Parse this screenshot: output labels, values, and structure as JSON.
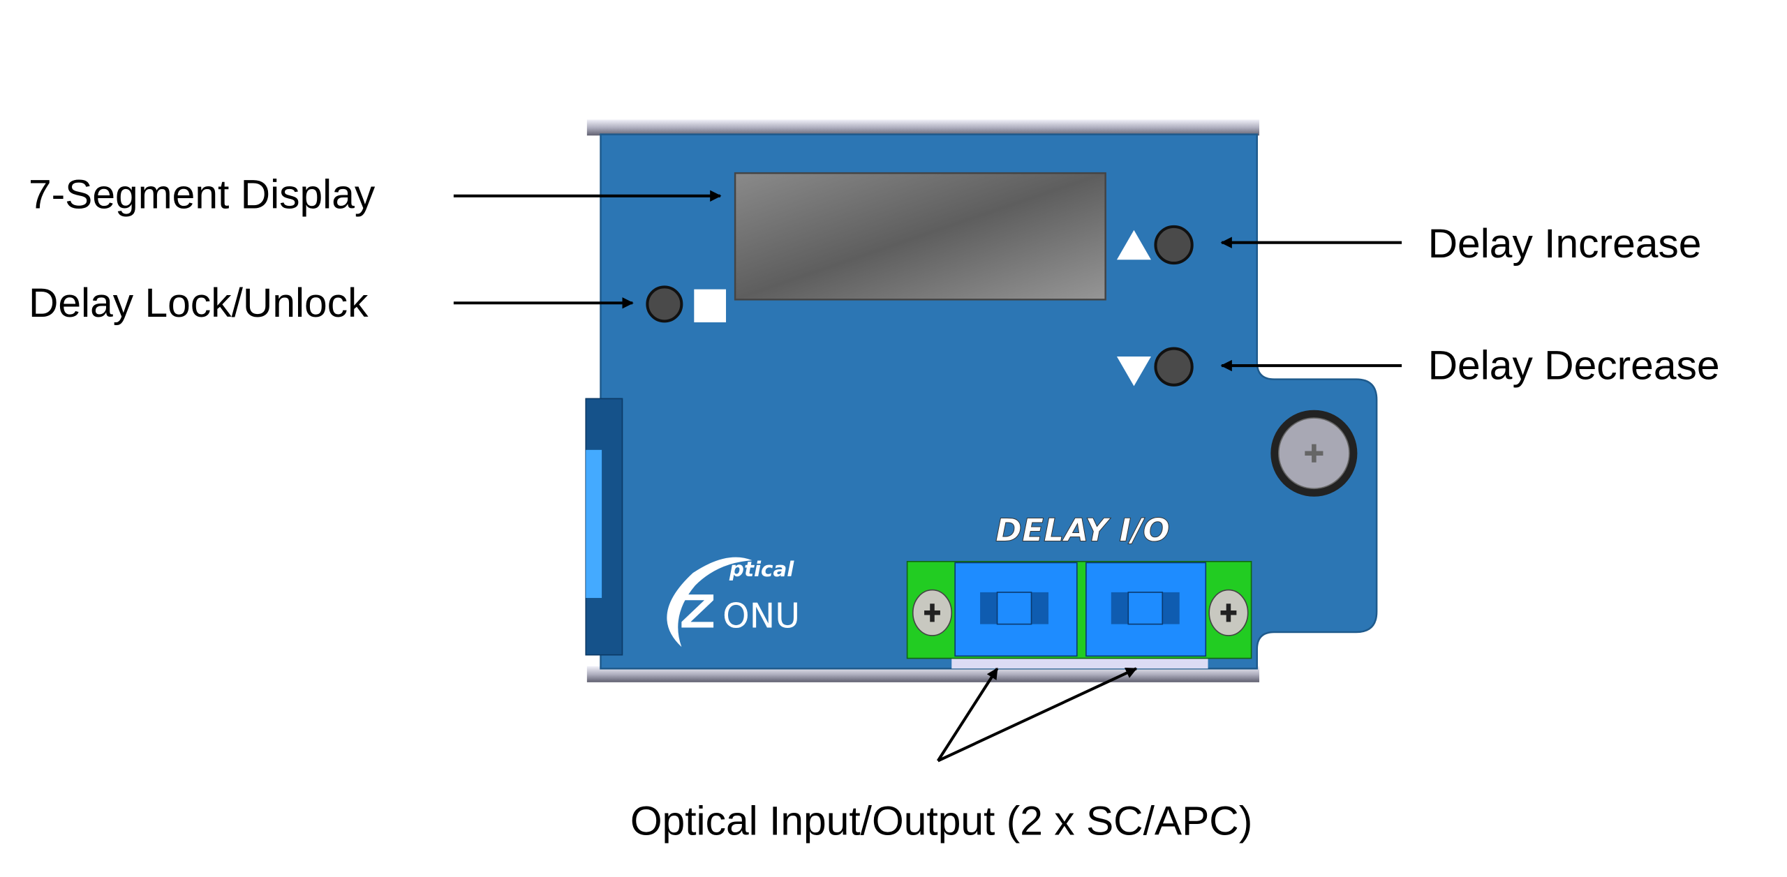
{
  "labels": {
    "display": "7-Segment Display",
    "lock": "Delay Lock/Unlock",
    "increase": "Delay Increase",
    "decrease": "Delay Decrease",
    "optical_io": "Optical Input/Output (2 x SC/APC)"
  },
  "panel": {
    "port_label": "DELAY I/O",
    "logo_top": "ptical",
    "logo_bottom": "ONU",
    "logo_initials": "OZ",
    "colors": {
      "panel": "#2c76b4",
      "connector_body": "#22cc22",
      "port": "#1e8cff",
      "display": "#707070"
    }
  }
}
